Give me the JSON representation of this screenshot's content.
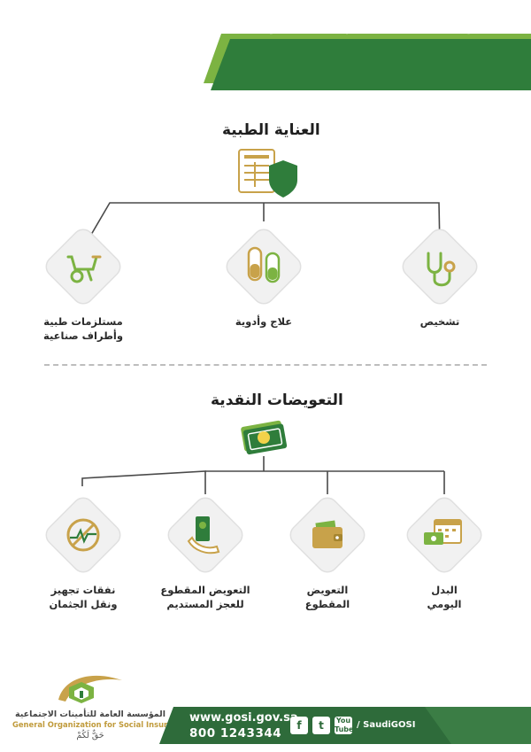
{
  "header": {
    "title": "منافع الأخطار المهنية لغير السعوديين"
  },
  "medical_care": {
    "title": "العناية الطبية",
    "items": [
      {
        "label": "تشخيص",
        "icon": "stethoscope-icon"
      },
      {
        "label": "علاج وأدوية",
        "icon": "pills-icon"
      },
      {
        "label": "مستلزمات طبية\nوأطراف صناعية",
        "icon": "wheelchair-icon"
      }
    ]
  },
  "cash_compensation": {
    "title": "التعويضات النقدية",
    "items": [
      {
        "label": "البدل\nاليومي",
        "icon": "calendar-money-icon"
      },
      {
        "label": "التعويض\nالمقطوع",
        "icon": "wallet-icon"
      },
      {
        "label": "التعويض المقطوع\nللعجز المستديم",
        "icon": "hand-money-icon"
      },
      {
        "label": "نفقات تجهيز\nونقل الجثمان",
        "icon": "no-heartbeat-icon"
      }
    ]
  },
  "footer": {
    "org_name_ar": "المؤسسة العامة للتأمينات الاجتماعية",
    "org_name_en": "General Organization for Social Insurance",
    "slogan": "حَقٌّ لَكُمْ",
    "website": "www.gosi.gov.sa",
    "phone": "800 1243344",
    "social_handle": "/ SaudiGOSI"
  },
  "colors": {
    "green": "#2f7d3b",
    "light_green": "#7cb342",
    "gold": "#c8a24a",
    "node_bg": "#f1f1f1"
  }
}
